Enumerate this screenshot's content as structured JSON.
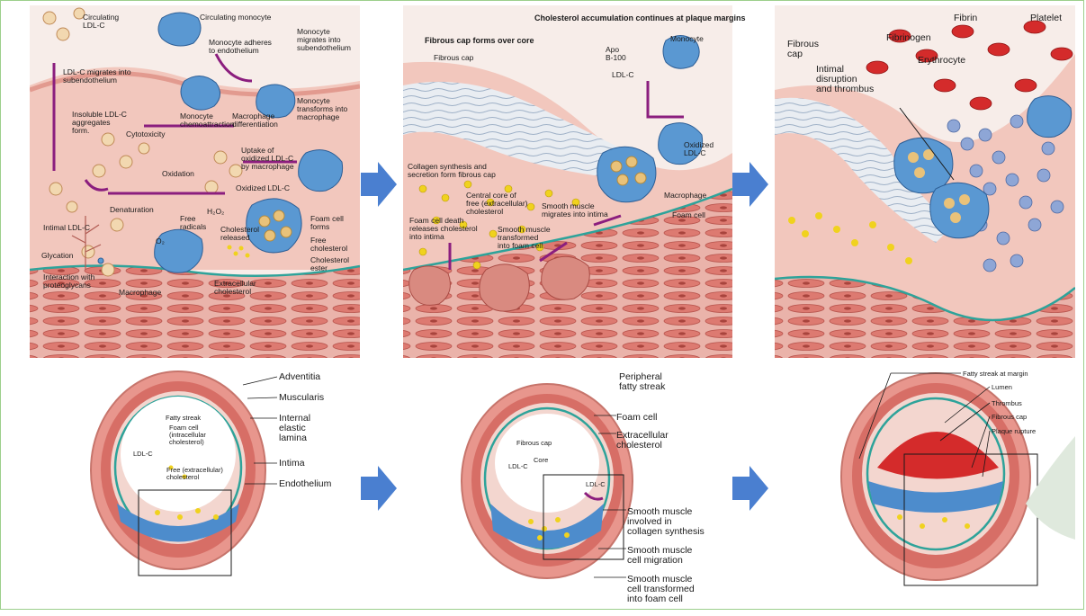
{
  "panels": {
    "p1": {
      "labels": {
        "circulating_ldlc": "Circulating\nLDL-C",
        "circulating_monocyte": "Circulating monocyte",
        "monocyte_adheres": "Monocyte adheres\nto endothelium",
        "monocyte_migrates": "Monocyte\nmigrates into\nsubendothelium",
        "ldlc_migrates": "LDL-C migrates into\nsubendothelium",
        "insoluble": "Insoluble LDL-C\naggregates\nform.",
        "cytotoxicity": "Cytotoxicity",
        "chemoattraction": "Monocyte\nchemoattraction",
        "macrophage_diff": "Macrophage\ndifferentiation",
        "transforms": "Monocyte\ntransforms into\nmacrophage",
        "uptake": "Uptake of\noxidized LDL-C\nby macrophage",
        "oxidation": "Oxidation",
        "oxidized_ldlc": "Oxidized LDL-C",
        "denaturation": "Denaturation",
        "free_radicals": "Free\nradicals",
        "h2o2": "H₂O₂",
        "intimal_ldlc": "Intimal LDL-C",
        "o2": "O₂",
        "cholesterol_released": "Cholesterol\nreleased",
        "foam_cell_forms": "Foam cell\nforms",
        "free_cholesterol": "Free\ncholesterol",
        "cholesterol_ester": "Cholesterol\nester",
        "glycation": "Glycation",
        "interaction": "Interaction with\nproteoglycans",
        "macrophage": "Macrophage",
        "extracellular": "Extracellular\ncholesterol"
      }
    },
    "p2": {
      "labels": {
        "header": "Cholesterol accumulation continues at plaque margins",
        "fibrous_cap_forms": "Fibrous cap forms over core",
        "fibrous_cap": "Fibrous cap",
        "apo": "Apo\nB-100",
        "ldlc": "LDL-C",
        "monocyte": "Monocyte",
        "oxidized": "Oxidized\nLDL-C",
        "collagen": "Collagen synthesis and\nsecretion form fibrous cap",
        "central_core": "Central core of\nfree (extracellular)\ncholesterol",
        "smc_migrates": "Smooth muscle\nmigrates into intima",
        "macrophage": "Macrophage",
        "foam_cell": "Foam cell",
        "foam_death": "Foam cell death\nreleases cholesterol\ninto intima",
        "smc_transformed": "Smooth muscle\ntransformed\ninto foam cell"
      }
    },
    "p3": {
      "labels": {
        "fibrin": "Fibrin",
        "platelet": "Platelet",
        "fibrinogen": "Fibrinogen",
        "erythrocyte": "Erythrocyte",
        "fibrous_cap": "Fibrous\ncap",
        "intimal": "Intimal\ndisruption\nand thrombus"
      }
    }
  },
  "cross_sections": {
    "c1": {
      "labels": {
        "adventitia": "Adventitia",
        "muscularis": "Muscularis",
        "internal_elastic": "Internal\nelastic\nlamina",
        "intima": "Intima",
        "endothelium": "Endothelium",
        "fatty_streak": "Fatty streak",
        "foam_cell": "Foam cell\n(intracellular\ncholesterol)",
        "ldlc": "LDL-C",
        "free_extracellular": "Free (extracellular)\ncholesterol"
      }
    },
    "c2": {
      "labels": {
        "peripheral": "Peripheral\nfatty streak",
        "foam_cell": "Foam cell",
        "extracellular": "Extracellular\ncholesterol",
        "fibrous_cap": "Fibrous cap",
        "ldlc": "LDL-C",
        "core": "Core",
        "ldlc2": "LDL-C",
        "smc_collagen": "Smooth muscle\ninvolved in\ncollagen synthesis",
        "smc_migration": "Smooth muscle\ncell migration",
        "smc_foam": "Smooth muscle\ncell transformed\ninto foam cell"
      }
    },
    "c3": {
      "labels": {
        "fatty_margin": "Fatty streak at margin",
        "lumen": "Lumen",
        "thrombus": "Thrombus",
        "fibrous_cap": "Fibrous cap",
        "plaque_rupture": "Plaque rupture"
      }
    }
  },
  "colors": {
    "arrow": "#4a7fd0",
    "plasma": "#f6e8e4",
    "endothelium": "#e8a9a0",
    "smooth_muscle": "#e07e76",
    "monocyte": "#4d8ccc",
    "lipid": "#f0d21e",
    "pathway": "#8b1e7e",
    "thrombus": "#d42b2b",
    "endothelial_line": "#2ea39a",
    "frame": "#9ccf8c"
  }
}
